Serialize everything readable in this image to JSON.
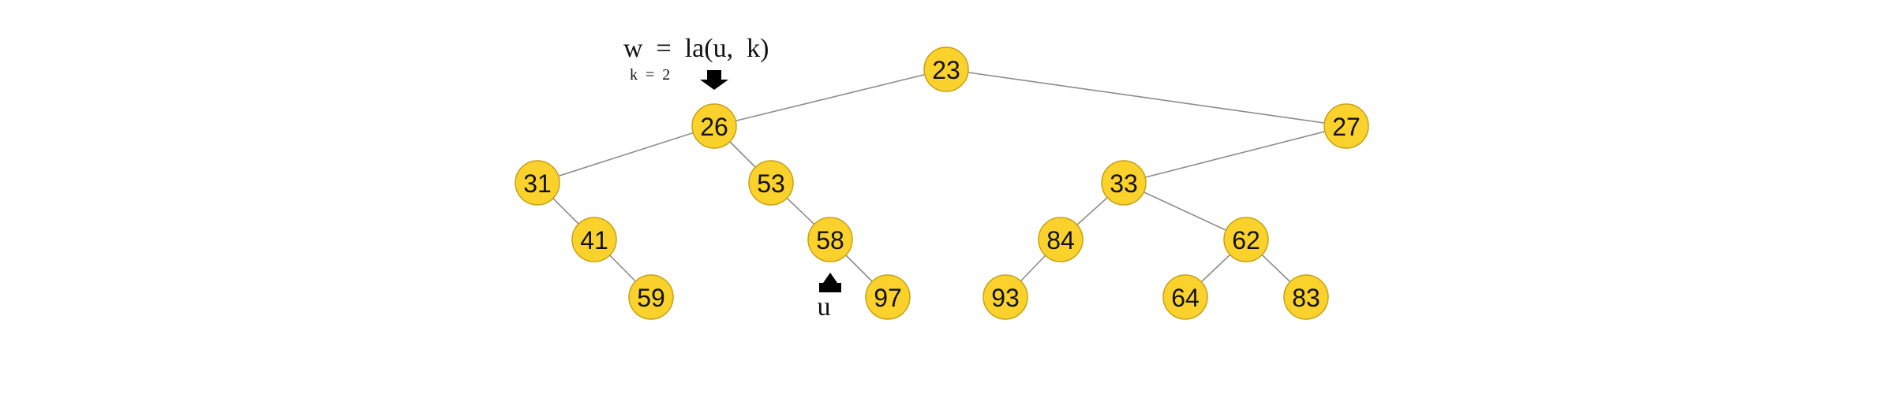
{
  "formula": {
    "main": "w  =  la(u,  k)",
    "subscript": "k  =  2"
  },
  "markers": {
    "u_label": "u"
  },
  "tree": {
    "nodes": [
      {
        "id": "n23",
        "label": "23"
      },
      {
        "id": "n26",
        "label": "26"
      },
      {
        "id": "n27",
        "label": "27"
      },
      {
        "id": "n31",
        "label": "31"
      },
      {
        "id": "n53",
        "label": "53"
      },
      {
        "id": "n33",
        "label": "33"
      },
      {
        "id": "n41",
        "label": "41"
      },
      {
        "id": "n58",
        "label": "58"
      },
      {
        "id": "n84",
        "label": "84"
      },
      {
        "id": "n62",
        "label": "62"
      },
      {
        "id": "n59",
        "label": "59"
      },
      {
        "id": "n97",
        "label": "97"
      },
      {
        "id": "n93",
        "label": "93"
      },
      {
        "id": "n64",
        "label": "64"
      },
      {
        "id": "n83",
        "label": "83"
      }
    ],
    "edges": [
      [
        "n23",
        "n26"
      ],
      [
        "n23",
        "n27"
      ],
      [
        "n26",
        "n31"
      ],
      [
        "n26",
        "n53"
      ],
      [
        "n27",
        "n33"
      ],
      [
        "n31",
        "n41"
      ],
      [
        "n53",
        "n58"
      ],
      [
        "n33",
        "n84"
      ],
      [
        "n33",
        "n62"
      ],
      [
        "n41",
        "n59"
      ],
      [
        "n58",
        "n97"
      ],
      [
        "n84",
        "n93"
      ],
      [
        "n62",
        "n64"
      ],
      [
        "n62",
        "n83"
      ]
    ]
  }
}
